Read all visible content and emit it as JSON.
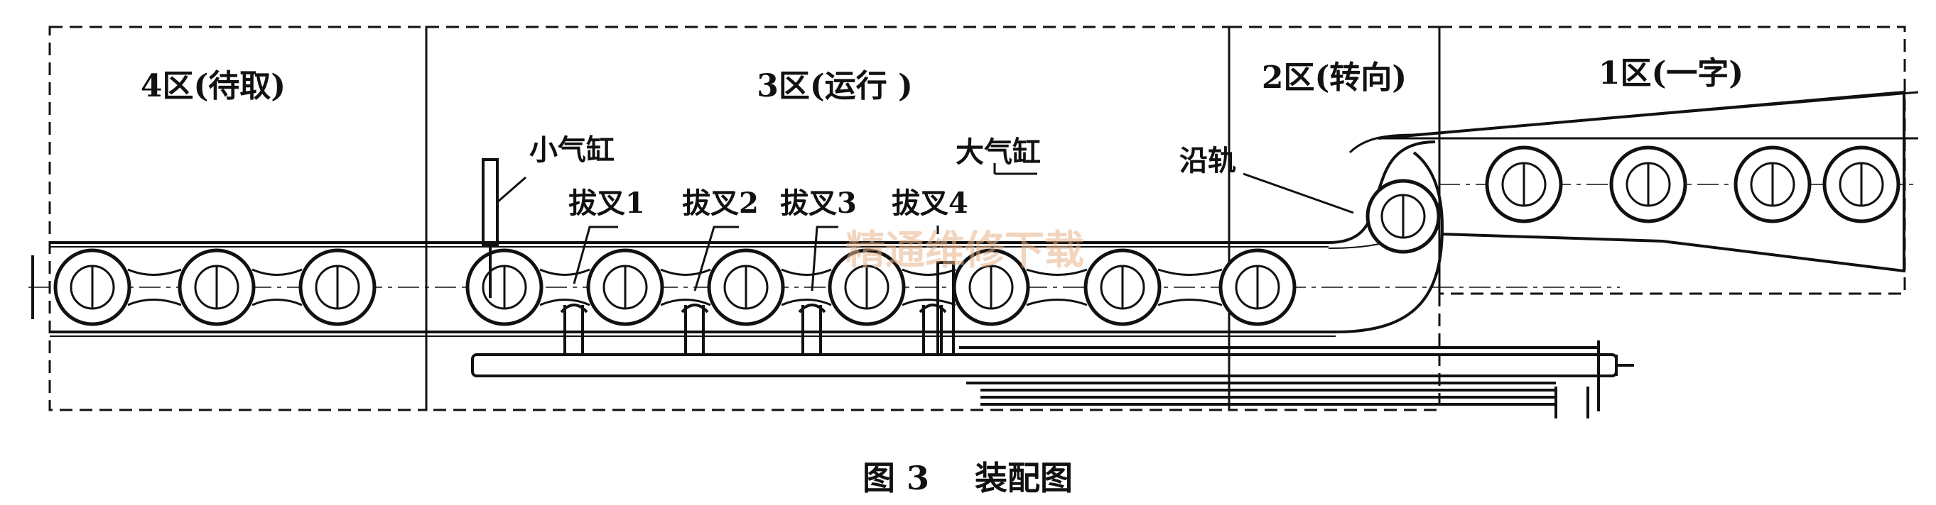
{
  "zones": [
    {
      "id": "zone-4",
      "label": "4区(待取)"
    },
    {
      "id": "zone-3",
      "label": "3区(运行 )"
    },
    {
      "id": "zone-2",
      "label": "2区(转向)"
    },
    {
      "id": "zone-1",
      "label": "1区(一字)"
    }
  ],
  "callouts": {
    "small_cylinder": "小气缸",
    "large_cylinder": "大气缸",
    "along_rail": "沿轨",
    "fork_1": "拔叉1",
    "fork_2": "拔叉2",
    "fork_3": "拔叉3",
    "fork_4": "拔叉4"
  },
  "watermark": "精通维修下载",
  "caption": "图 3    装配图"
}
